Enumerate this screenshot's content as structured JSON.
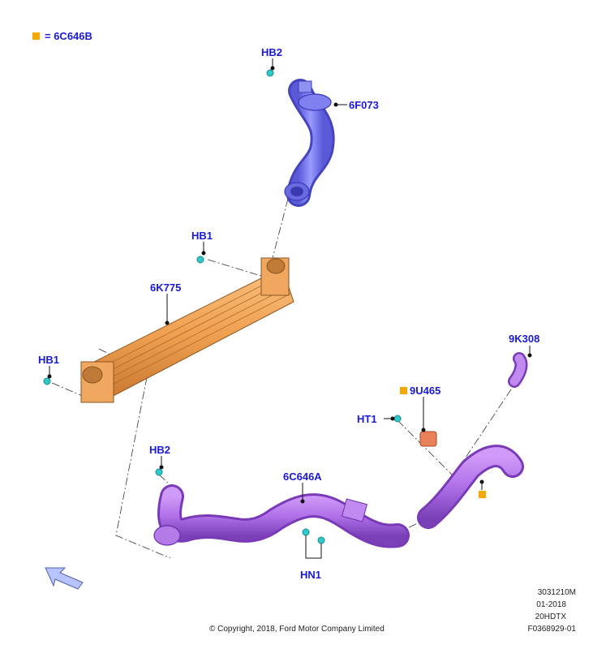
{
  "legend": {
    "symbol_color": "#f5a800",
    "text": "= 6C646B"
  },
  "labels": {
    "hb2_top": "HB2",
    "p6f073": "6F073",
    "hb1_mid": "HB1",
    "p6k775": "6K775",
    "hb1_left": "HB1",
    "p9k308": "9K308",
    "p9u465": "9U465",
    "ht1": "HT1",
    "hb2_bottom": "HB2",
    "p6c646a": "6C646A",
    "hn1": "HN1"
  },
  "footer": {
    "copyright": "© Copyright, 2018, Ford Motor Company Limited",
    "code1": "3031210M",
    "code2": "01-2018",
    "code3": "20HDTX",
    "code4": "F0368929-01"
  },
  "colors": {
    "label": "#1a1ad6",
    "intercooler": "#f0a050",
    "tube_upper": "#7c7cf0",
    "tube_lower": "#b070e8",
    "fastener": "#30c8c8",
    "sensor": "#e8805a",
    "marker": "#f5a800",
    "arrow": "#b8c4ff"
  }
}
